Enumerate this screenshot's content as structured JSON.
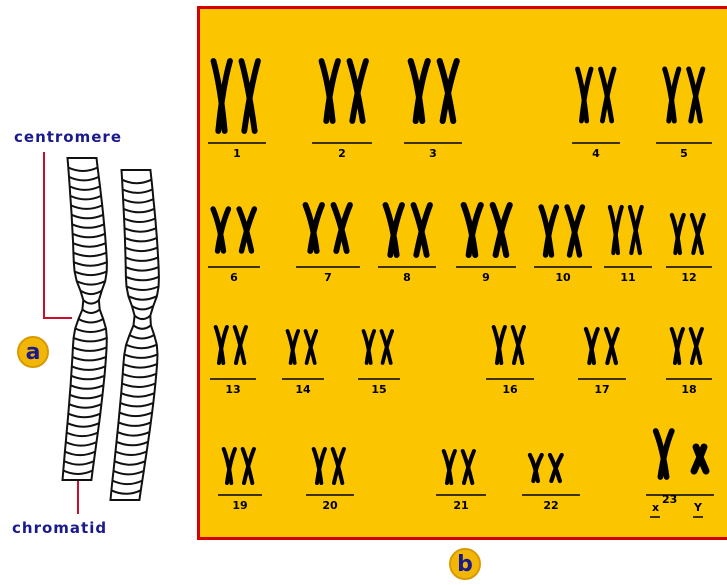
{
  "labels": {
    "centromere": "centromere",
    "chromatid": "chromatid",
    "badge_a": "a",
    "badge_b": "b"
  },
  "karyotype": {
    "pairs": [
      "1",
      "2",
      "3",
      "4",
      "5",
      "6",
      "7",
      "8",
      "9",
      "10",
      "11",
      "12",
      "13",
      "14",
      "15",
      "16",
      "17",
      "18",
      "19",
      "20",
      "21",
      "22"
    ],
    "sex": {
      "x": "x",
      "superscript": "23",
      "y": "Y"
    }
  },
  "colors": {
    "panel": "#fbc600",
    "border": "#d40000",
    "badge": "#f2b705",
    "label_text": "#1a1a8c",
    "leader": "#c8102e"
  }
}
